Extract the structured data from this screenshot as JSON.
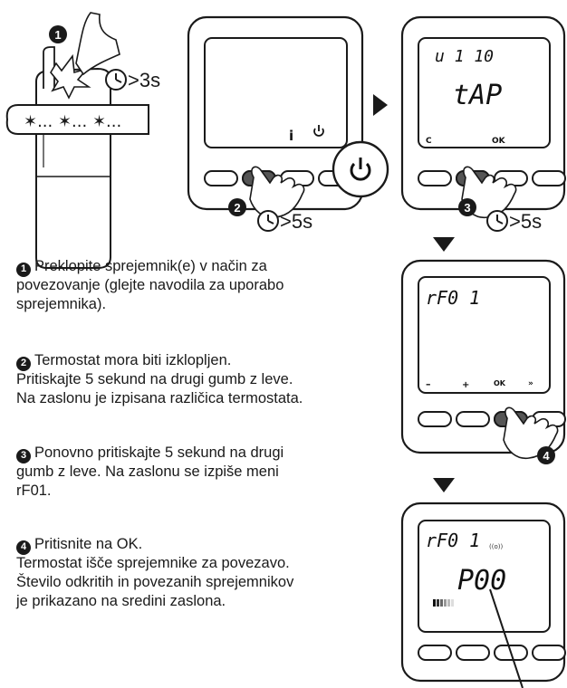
{
  "illustration": {
    "hold_receiver": ">3s",
    "hold_step2": ">5s",
    "hold_step3": ">5s",
    "blink_symbols": "✶... ✶... ✶...",
    "screen_a": {
      "info_label": "i",
      "power_icon": "power-icon"
    },
    "screen_b": {
      "top_code": "u 1 10",
      "main_code": "tAP",
      "c_label": "C",
      "ok_label": "OK"
    },
    "screen_c": {
      "top_code": "rF0 1",
      "minus": "–",
      "plus": "+",
      "ok_label": "OK",
      "ff_label": "»"
    },
    "screen_d": {
      "top_code": "rF0 1",
      "signal": "((o))",
      "main_code": "P00"
    },
    "markers": [
      "1",
      "2",
      "3",
      "4"
    ]
  },
  "steps": [
    {
      "number": "1",
      "lines": [
        "Preklopite sprejemnik(e) v način za",
        "povezovanje (glejte navodila za uporabo",
        "sprejemnika)."
      ]
    },
    {
      "number": "2",
      "lines": [
        "Termostat mora biti izklopljen.",
        "Pritiskajte 5 sekund na drugi gumb z leve.",
        "Na zaslonu je izpisana različica termostata."
      ]
    },
    {
      "number": "3",
      "lines": [
        "Ponovno pritiskajte 5 sekund na drugi",
        "gumb z leve. Na zaslonu se izpiše meni",
        "rF01."
      ]
    },
    {
      "number": "4",
      "lines": [
        "Pritisnite na OK.",
        "Termostat išče sprejemnike za povezavo.",
        "Število odkritih in povezanih sprejemnikov",
        "je prikazano na sredini zaslona."
      ]
    }
  ]
}
